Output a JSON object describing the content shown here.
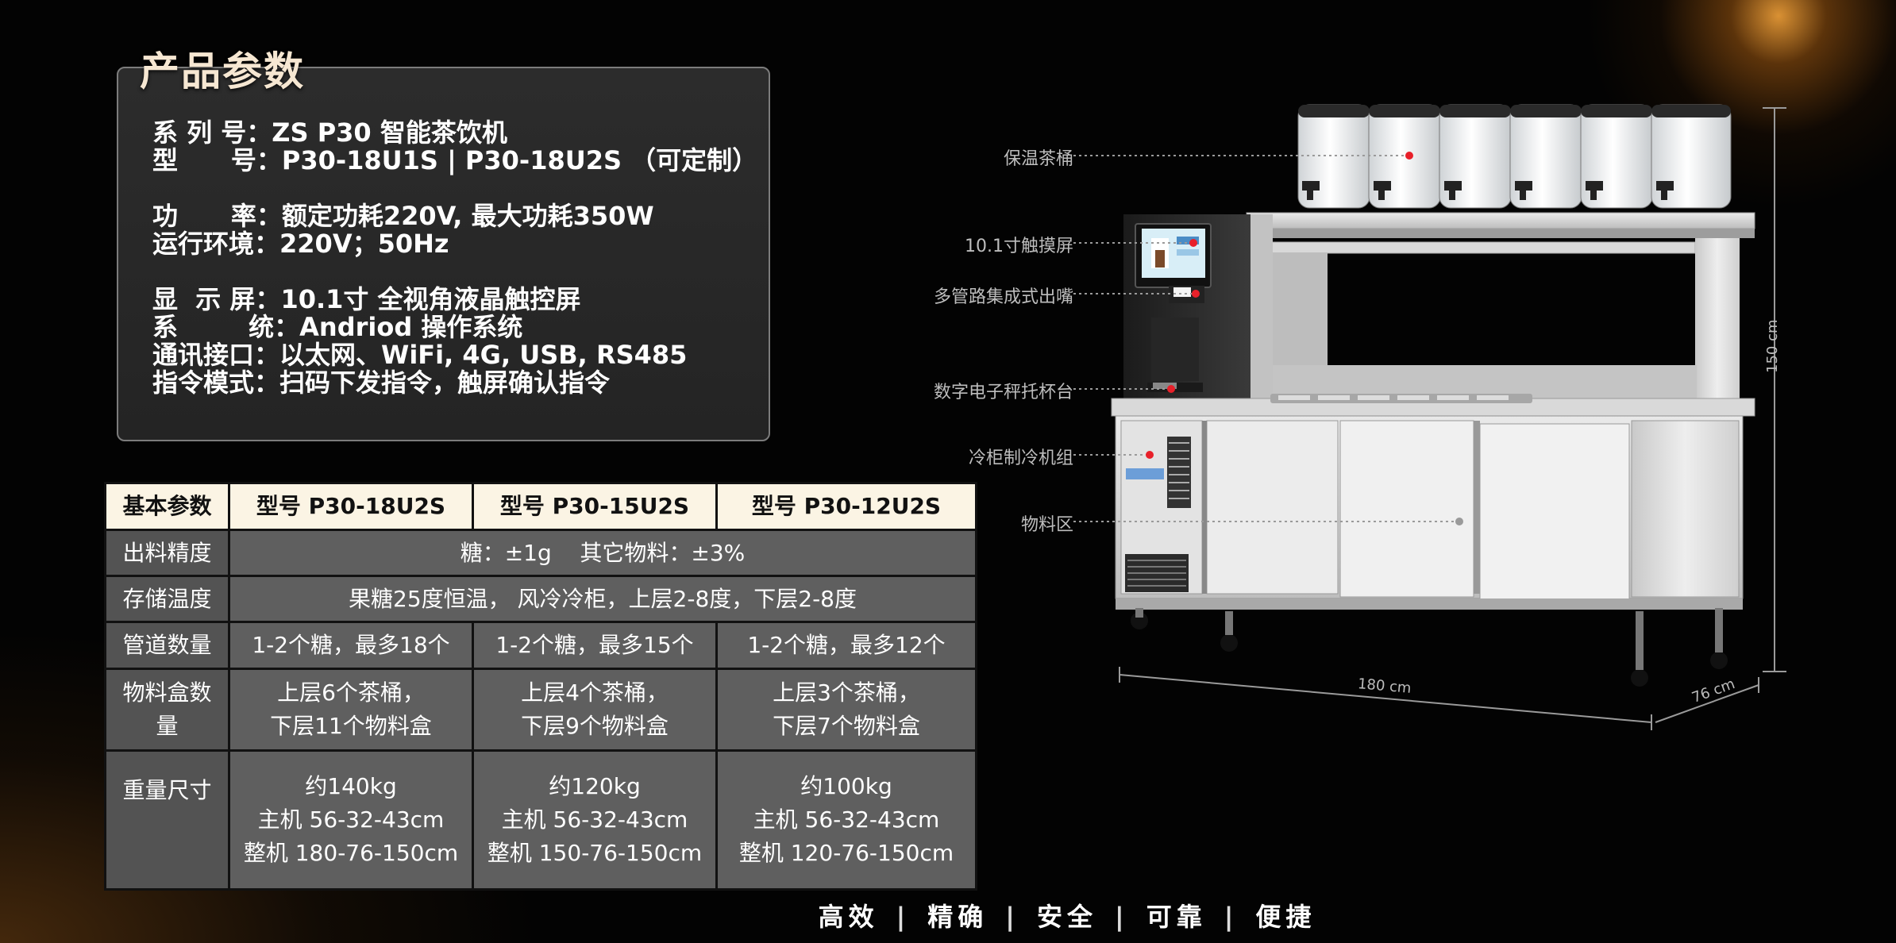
{
  "title": "产品参数",
  "specs": [
    {
      "key": "系 列 号：",
      "value": "ZS P30 智能茶饮机"
    },
    {
      "key": "型      号：",
      "value": "P30-18U1S | P30-18U2S （可定制）"
    },
    {
      "key": "功      率：",
      "value": "额定功耗220V, 最大功耗350W"
    },
    {
      "key": "运行环境：",
      "value": "220V；50Hz"
    },
    {
      "key": "显  示 屏：",
      "value": "10.1寸 全视角液晶触控屏"
    },
    {
      "key": "系        统：",
      "value": "Andriod 操作系统"
    },
    {
      "key": "通讯接口：",
      "value": "以太网、WiFi, 4G, USB, RS485"
    },
    {
      "key": "指令模式：",
      "value": "扫码下发指令，触屏确认指令"
    }
  ],
  "table": {
    "headers": [
      "基本参数",
      "型号 P30-18U2S",
      "型号 P30-15U2S",
      "型号 P30-12U2S"
    ],
    "accuracy": {
      "label": "出料精度",
      "value": "糖：±1g    其它物料：±3%"
    },
    "storage": {
      "label": "存储温度",
      "value": "果糖25度恒温， 风冷冷柜，上层2-8度，下层2-8度"
    },
    "pipes": {
      "label": "管道数量",
      "values": [
        "1-2个糖，最多18个",
        "1-2个糖，最多15个",
        "1-2个糖，最多12个"
      ]
    },
    "boxes": {
      "label_line1": "物料盒数",
      "label_line2": "量",
      "values": [
        {
          "line1": "上层6个茶桶，",
          "line2": "下层11个物料盒"
        },
        {
          "line1": "上层4个茶桶，",
          "line2": "下层9个物料盒"
        },
        {
          "line1": "上层3个茶桶，",
          "line2": "下层7个物料盒"
        }
      ]
    },
    "weight": {
      "label": "重量尺寸",
      "values": [
        {
          "line1": "约140kg",
          "line2": "主机 56-32-43cm",
          "line3": "整机 180-76-150cm"
        },
        {
          "line1": "约120kg",
          "line2": "主机 56-32-43cm",
          "line3": "整机 150-76-150cm"
        },
        {
          "line1": "约100kg",
          "line2": "主机 56-32-43cm",
          "line3": "整机 120-76-150cm"
        }
      ]
    }
  },
  "callouts": {
    "tea_barrel": "保温茶桶",
    "touchscreen": "10.1寸触摸屏",
    "nozzle": "多管路集成式出嘴",
    "scale": "数字电子秤托杯台",
    "cooling": "冷柜制冷机组",
    "material": "物料区"
  },
  "dimensions": {
    "height": "150 cm",
    "width": "180 cm",
    "depth": "76 cm"
  },
  "slogan": [
    "高效",
    "精确",
    "安全",
    "可靠",
    "便捷"
  ],
  "slogan_separator": "|",
  "colors": {
    "accent_red": "#e8202a",
    "header_bg": "#fbf4e4",
    "cell_bg": "#5f5f5f",
    "glow": "#ffaa3c"
  }
}
